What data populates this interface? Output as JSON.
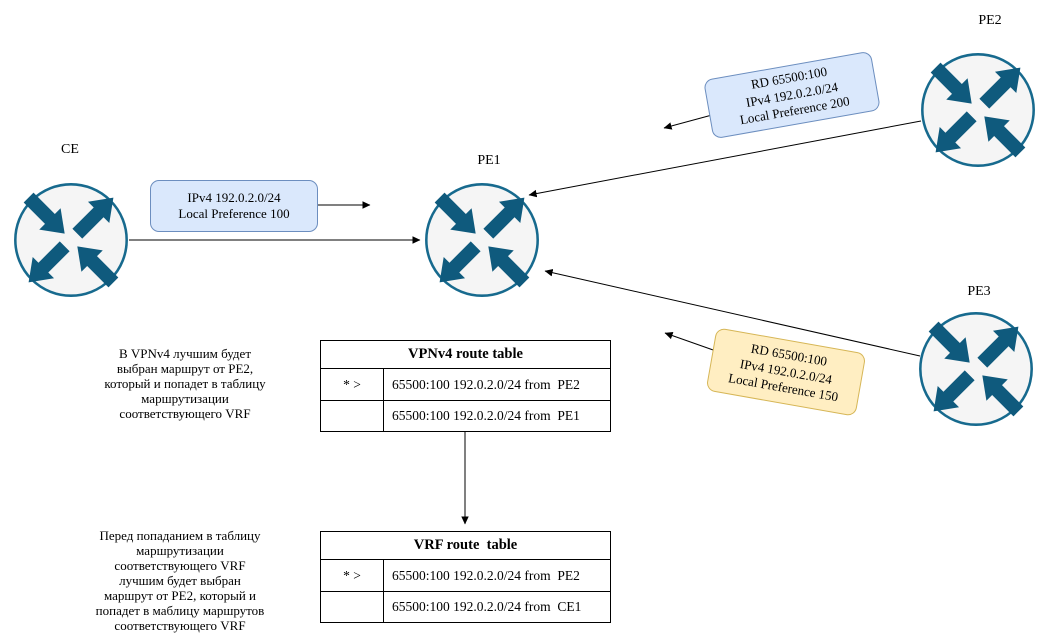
{
  "routers": {
    "ce": {
      "label": "CE"
    },
    "pe1": {
      "label": "PE1"
    },
    "pe2": {
      "label": "PE2"
    },
    "pe3": {
      "label": "PE3"
    }
  },
  "route_labels": {
    "ce": {
      "lines": [
        "IPv4 192.0.2.0/24",
        "Local Preference 100"
      ]
    },
    "pe2": {
      "lines": [
        "RD 65500:100",
        "IPv4 192.0.2.0/24",
        "Local Preference 200"
      ]
    },
    "pe3": {
      "lines": [
        "RD 65500:100",
        "IPv4 192.0.2.0/24",
        "Local Preference 150"
      ]
    }
  },
  "tables": {
    "vpnv4": {
      "title": "VPNv4 route table",
      "rows": [
        {
          "flag": "* >",
          "route": "65500:100 192.0.2.0/24 from  PE2"
        },
        {
          "flag": "",
          "route": "65500:100 192.0.2.0/24 from  PE1"
        }
      ]
    },
    "vrf": {
      "title": "VRF route  table",
      "rows": [
        {
          "flag": "* >",
          "route": "65500:100 192.0.2.0/24 from  PE2"
        },
        {
          "flag": "",
          "route": "65500:100 192.0.2.0/24 from  CE1"
        }
      ]
    }
  },
  "annotations": {
    "vpnv4_note": {
      "lines": [
        "В VPNv4 лучшим будет",
        "выбран маршрут от PE2,",
        "который и попадет в таблицу",
        "маршрутизации",
        "соответствующего VRF"
      ]
    },
    "vrf_note": {
      "lines": [
        "Перед попаданием в таблицу",
        "маршрутизации",
        "соответствующего VRF",
        "лучшим будет выбран",
        "маршрут от PE2, который и",
        "попадет в маблицу маршрутов",
        "соответствующего VRF"
      ]
    }
  },
  "colors": {
    "blue_label_fill": "#dae8fc",
    "blue_label_border": "#6c8ebf",
    "yellow_label_fill": "#ffeec2",
    "yellow_label_border": "#d6b656",
    "router_fill": "#f5f5f5",
    "router_stroke": "#176a8e",
    "router_arrow": "#0f5a7d",
    "connector": "#000000"
  }
}
